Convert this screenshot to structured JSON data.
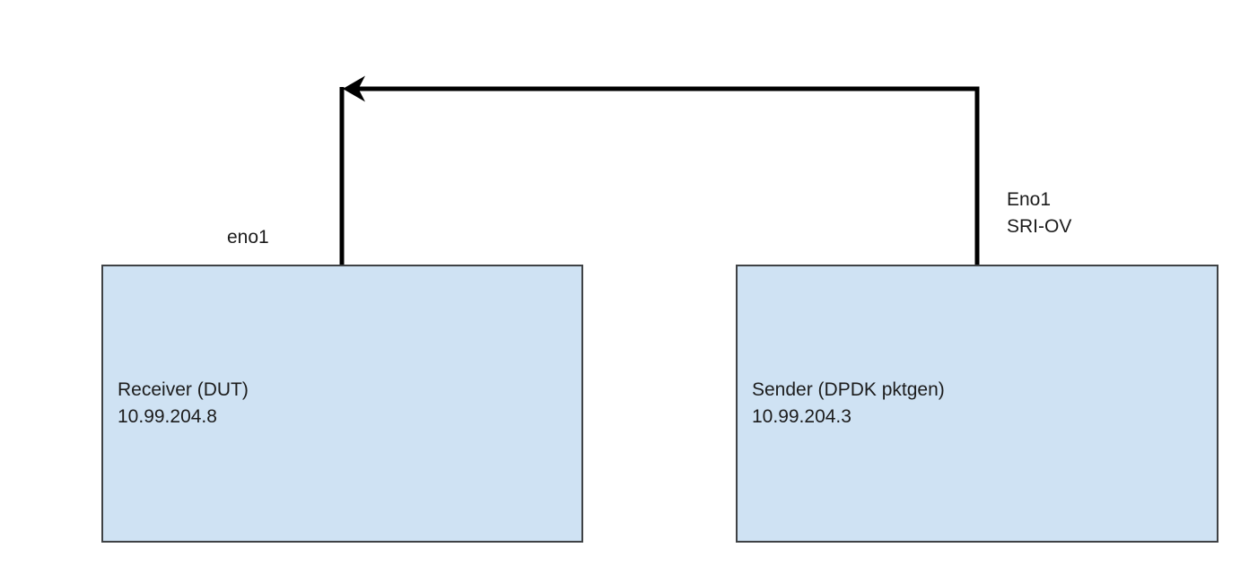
{
  "diagram": {
    "colors": {
      "box-fill": "#cfe2f3",
      "box-border": "#3f4245",
      "line-color": "#000000",
      "text-color": "#1c1c1c",
      "canvas-bg": "#ffffff"
    },
    "nodes": [
      {
        "id": "receiver",
        "name": "Receiver (DUT)",
        "ip": "10.99.204.8",
        "port_lines": [
          "eno1"
        ]
      },
      {
        "id": "sender",
        "name": "Sender (DPDK pktgen)",
        "ip": "10.99.204.3",
        "port_lines": [
          "Eno1",
          "SRI-OV"
        ]
      }
    ]
  }
}
